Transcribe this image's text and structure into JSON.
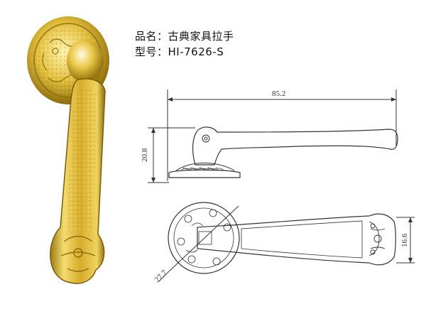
{
  "product": {
    "name_line": "品名：古典家具拉手",
    "model_line": "型号：HI-7626-S"
  },
  "dimensions": {
    "length": "85.2",
    "height": "20.8",
    "rose_diameter": "27.7",
    "lever_width": "16.6"
  },
  "colors": {
    "gold_light": "#f6e58a",
    "gold_mid": "#d9b230",
    "gold_dark": "#8a6a0c",
    "line": "#333333"
  }
}
